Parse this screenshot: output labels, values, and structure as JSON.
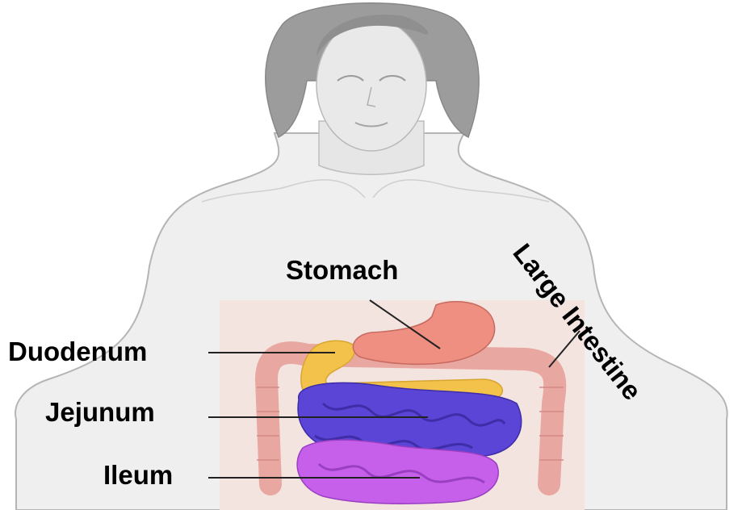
{
  "labels": {
    "stomach": "Stomach",
    "duodenum": "Duodenum",
    "jejunum": "Jejunum",
    "ileum": "Ileum",
    "large_intestine": "Large Intestine"
  },
  "colors": {
    "skin": "#efefef",
    "outline": "#b5b5b5",
    "hair": "#9c9c9c",
    "stomach": "#ee8f82",
    "duodenum": "#f2c24a",
    "jejunum": "#5a45d6",
    "ileum": "#c660ea",
    "large_intestine": "#e9a7a1",
    "leader_line": "#222222"
  },
  "icons": [
    "female-torso-figure",
    "digestive-organs-illustration"
  ]
}
